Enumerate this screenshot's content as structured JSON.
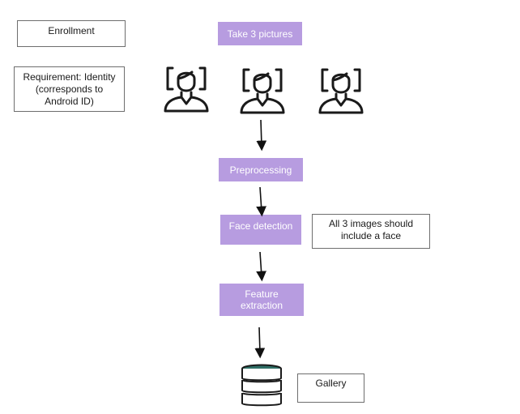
{
  "boxes": {
    "enrollment": "Enrollment",
    "requirement": "Requirement: Identity (corresponds to Android ID)",
    "face_note": "All 3 images should include a face",
    "gallery": "Gallery"
  },
  "steps": {
    "take_pictures": "Take 3 pictures",
    "preprocessing": "Preprocessing",
    "face_detection": "Face detection",
    "feature_extraction": "Feature extraction"
  },
  "icons": {
    "person": "person-scan-icon",
    "database": "database-icon"
  },
  "colors": {
    "step_fill": "#b79ce0",
    "database_fill": "#2f6f66"
  }
}
